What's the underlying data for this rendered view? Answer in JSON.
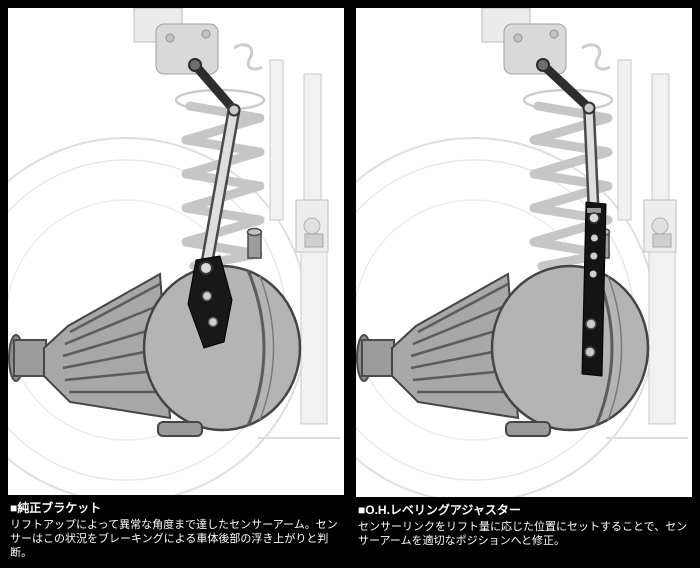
{
  "colors": {
    "page_background": "#000000",
    "panel_background": "#ffffff",
    "caption_text": "#ffffff",
    "bracket_black": "#181818",
    "sensor_link_silver": "#dedede",
    "diagram_gray": "#b4b4b4",
    "outline_gray": "#454545"
  },
  "panels": [
    {
      "caption_title": "■純正ブラケット",
      "caption_body": "リフトアップによって異常な角度まで達したセンサーアーム。センサーはこの状況をブレーキングによる車体後部の浮き上がりと判断。"
    },
    {
      "caption_title": "■O.H.レベリングアジャスター",
      "caption_body": "センサーリンクをリフト量に応じた位置にセットすることで、センサーアームを適切なポジションへと修正。"
    }
  ]
}
